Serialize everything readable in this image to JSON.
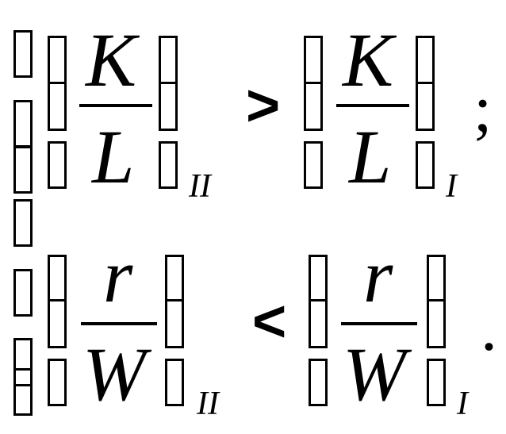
{
  "line1": {
    "left": {
      "numerator": "K",
      "denominator": "L",
      "subscript": "II"
    },
    "operator": ">",
    "right": {
      "numerator": "K",
      "denominator": "L",
      "subscript": "I"
    },
    "terminator": ";"
  },
  "line2": {
    "left": {
      "numerator": "r",
      "denominator": "W",
      "subscript": "II"
    },
    "operator": "<",
    "right": {
      "numerator": "r",
      "denominator": "W",
      "subscript": "I"
    },
    "terminator": "."
  }
}
